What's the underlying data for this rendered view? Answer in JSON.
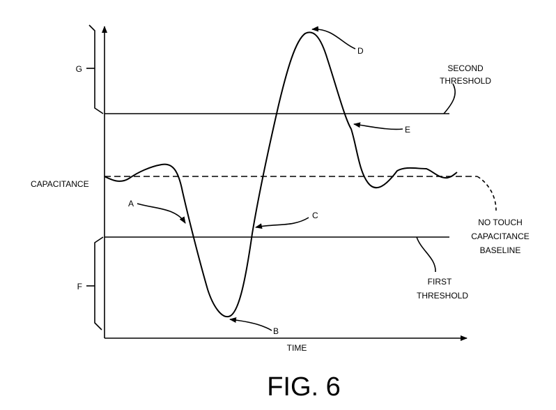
{
  "figure": {
    "title": "FIG. 6",
    "y_axis_label": "CAPACITANCE",
    "x_axis_label": "TIME",
    "callouts": {
      "a": "A",
      "b": "B",
      "c": "C",
      "d": "D",
      "e": "E",
      "f": "F",
      "g": "G"
    },
    "second_threshold": [
      "SECOND",
      "THRESHOLD"
    ],
    "first_threshold": [
      "FIRST",
      "THRESHOLD"
    ],
    "baseline": [
      "NO TOUCH",
      "CAPACITANCE",
      "BASELINE"
    ]
  }
}
